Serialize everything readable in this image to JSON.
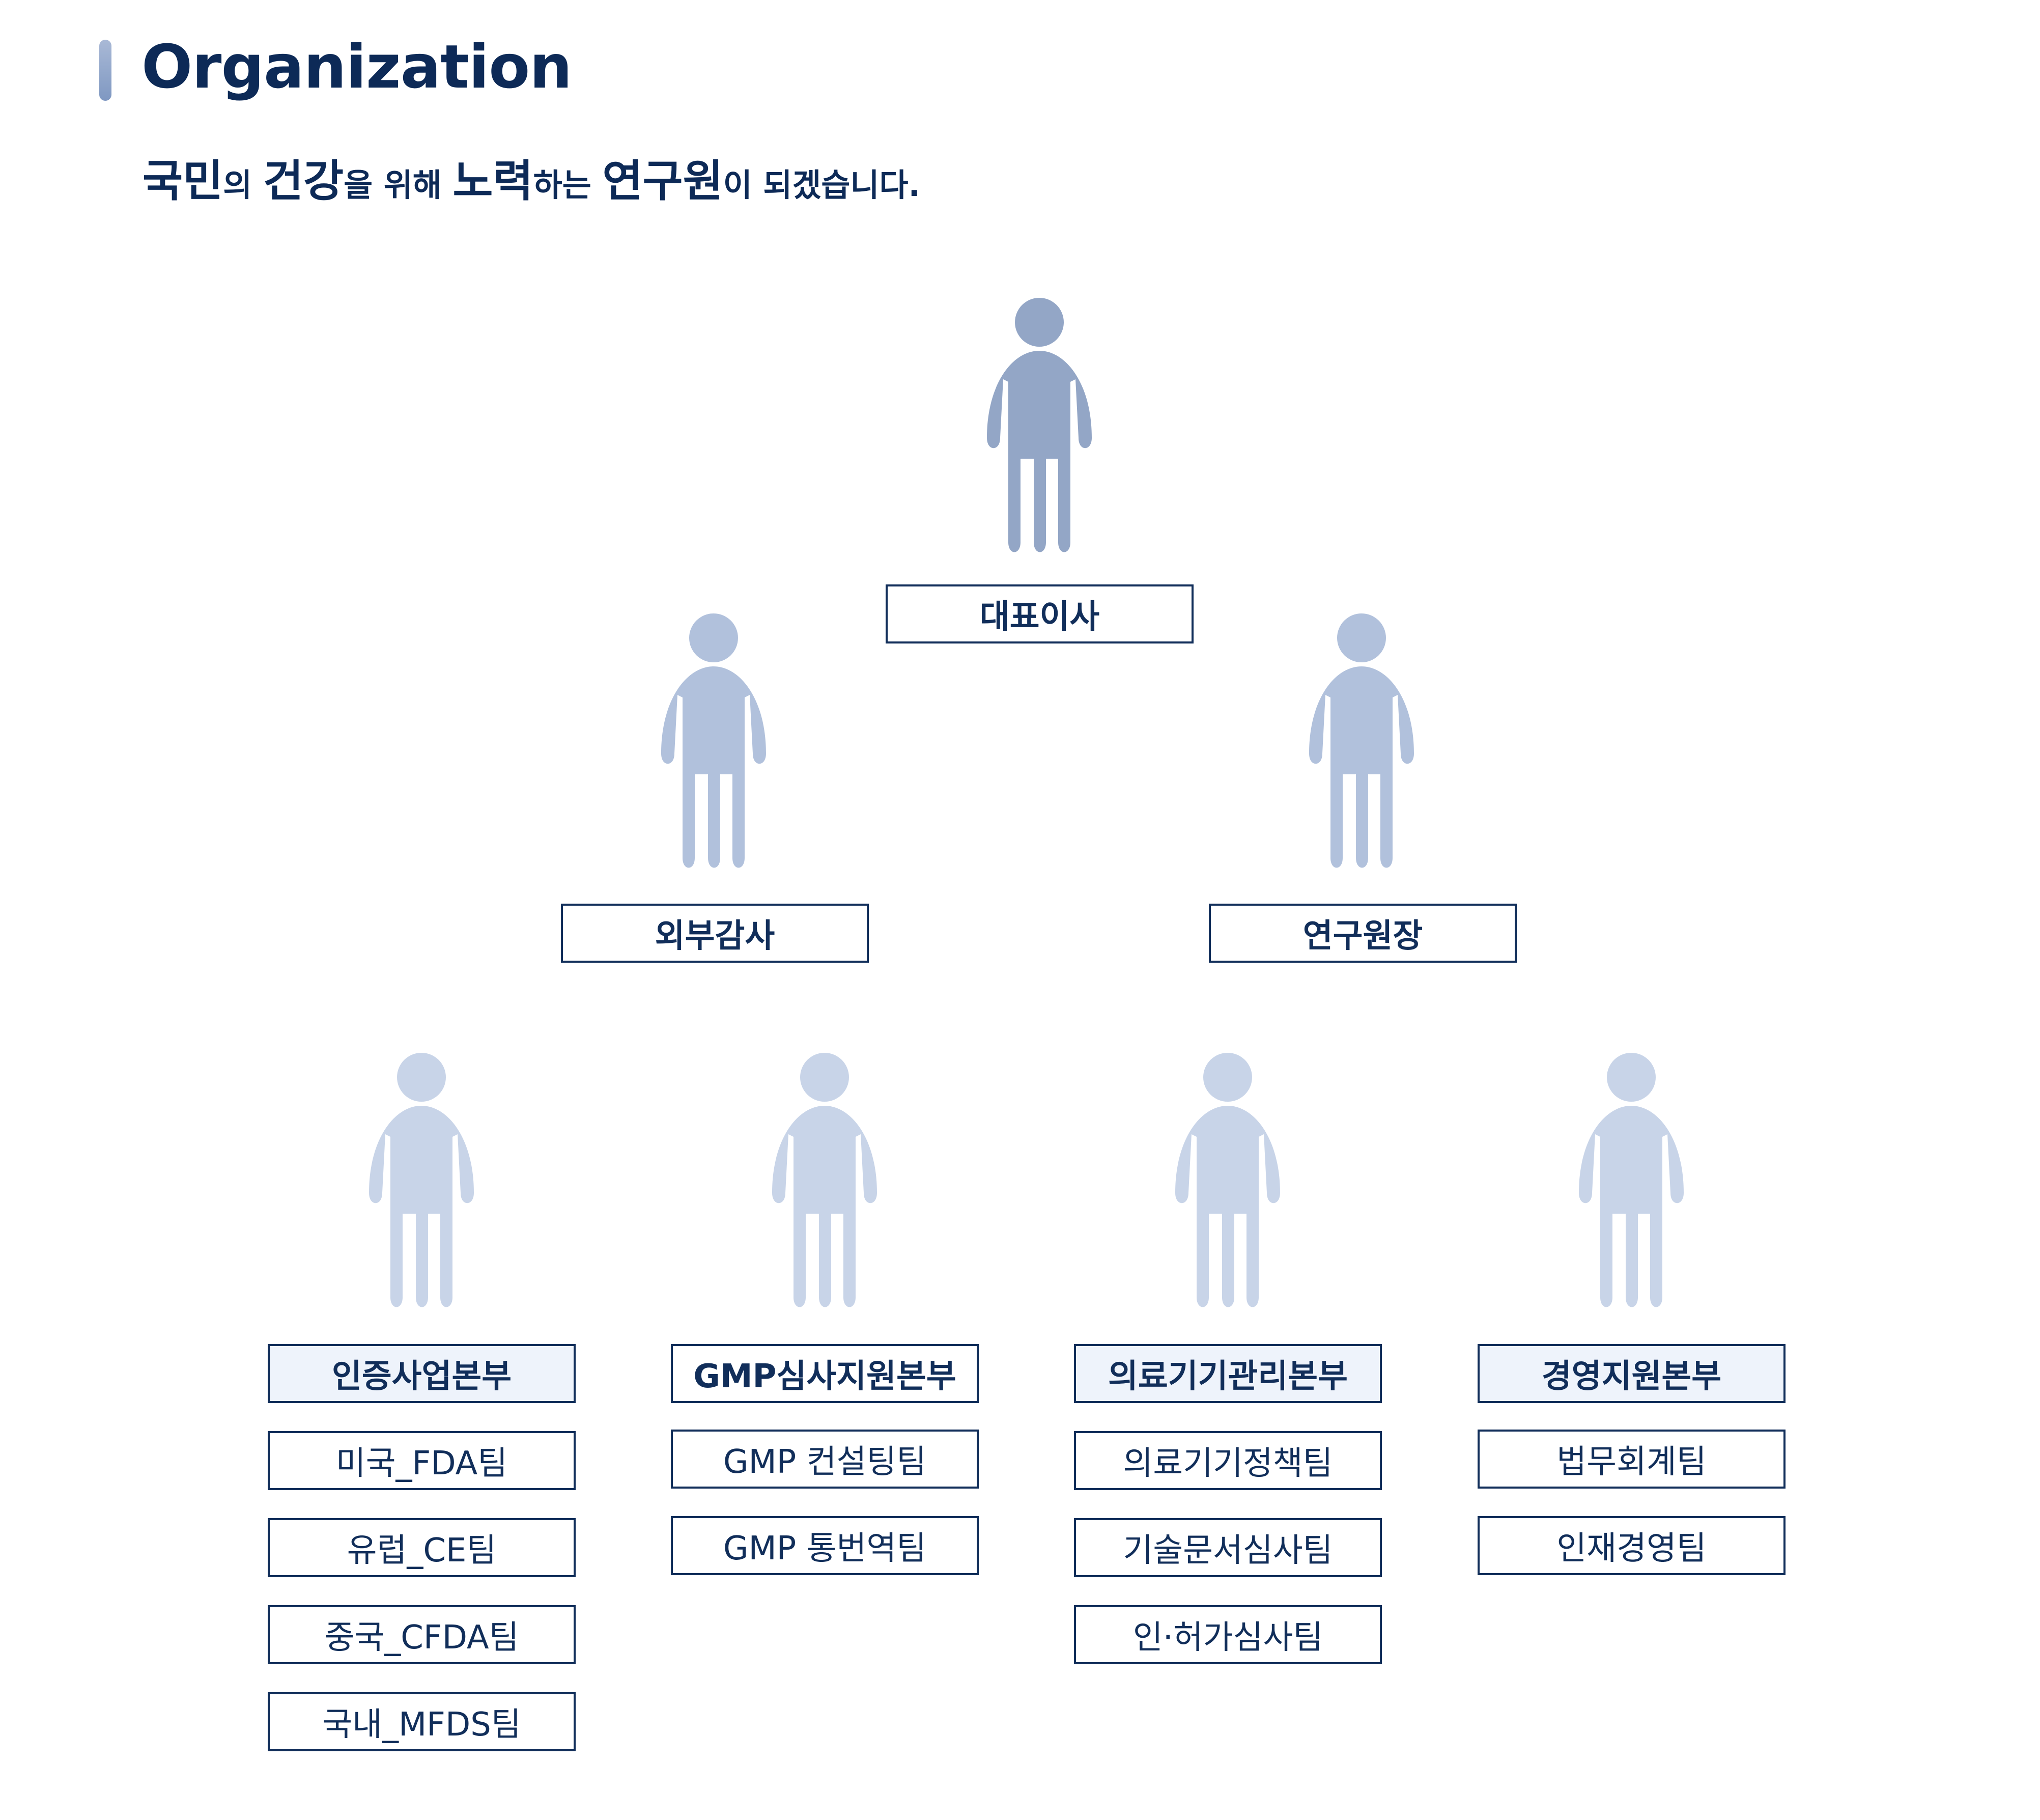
{
  "header": {
    "title": "Organization",
    "slogan": [
      {
        "text": "국민",
        "big": true
      },
      {
        "text": "의 ",
        "big": false
      },
      {
        "text": "건강",
        "big": true
      },
      {
        "text": "을 위해 ",
        "big": false
      },
      {
        "text": "노력",
        "big": true
      },
      {
        "text": "하는 ",
        "big": false
      },
      {
        "text": "연구원",
        "big": true
      },
      {
        "text": "이 되겠습니다.",
        "big": false
      }
    ]
  },
  "colors": {
    "navy": "#112e5a",
    "person_dark": "#93a6c6",
    "person_mid": "#b1c1dc",
    "person_light": "#c8d4e8",
    "highlight_fill": "#eef3fb"
  },
  "org": {
    "ceo": {
      "label": "대표이사"
    },
    "auditor": {
      "label": "외부감사"
    },
    "director": {
      "label": "연구원장"
    },
    "divisions": [
      {
        "label": "인증사업본부",
        "teams": [
          "미국_FDA팀",
          "유럽_CE팀",
          "중국_CFDA팀",
          "국내_MFDS팀"
        ]
      },
      {
        "label": "GMP심사지원본부",
        "teams": [
          "GMP 컨설팅팀",
          "GMP 통번역팀"
        ]
      },
      {
        "label": "의료기기관리본부",
        "teams": [
          "의료기기정책팀",
          "기술문서심사팀",
          "인·허가심사팀"
        ]
      },
      {
        "label": "경영지원본부",
        "teams": [
          "법무회계팀",
          "인재경영팀"
        ]
      }
    ]
  }
}
